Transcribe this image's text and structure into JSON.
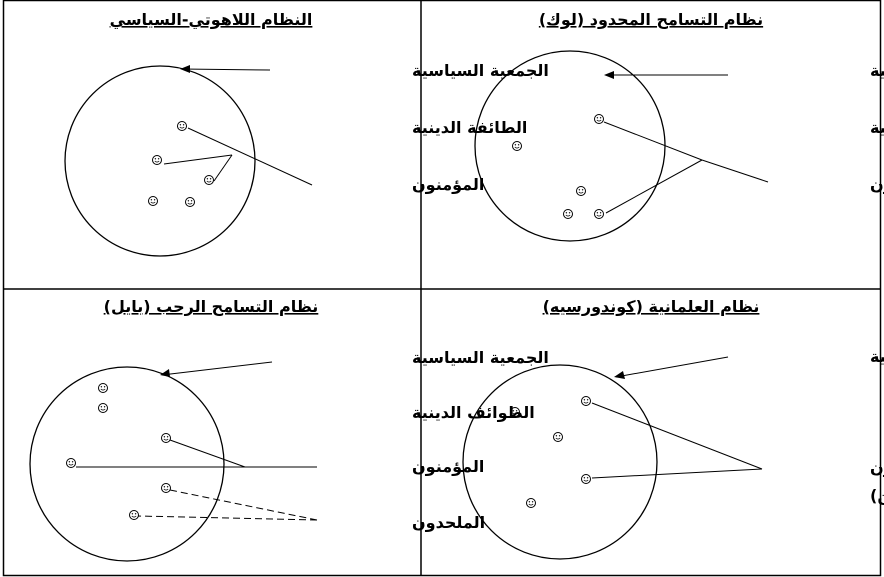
{
  "panels": {
    "top_right": {
      "title": "نظام التسامح المحدود (لوك)",
      "labels": {
        "body_politic": "الجمعية السياسية",
        "religious": "الطوائف الدينية",
        "believers": "المؤمنون"
      }
    },
    "top_left": {
      "title": "النظام اللاهوتي-السياسي",
      "labels": {
        "body_politic": "الجمعية السياسية",
        "religious": "الطائفة الدينية",
        "believers": "المؤمنون"
      }
    },
    "bottom_right": {
      "title": "نظام العلمانية (كوندورسيه)",
      "labels": {
        "body_politic": "الجمعية السياسية",
        "citizens": "الموطنون",
        "citizens_note": "(مؤمنون وغير مؤمنين)"
      }
    },
    "bottom_left": {
      "title": "نظام التسامح الرحب (بايل)",
      "labels": {
        "body_politic": "الجمعية السياسية",
        "religious": "الطوائف الدينية",
        "believers": "المؤمنون",
        "atheists": "الملحدون"
      }
    }
  },
  "icons": {
    "person": "smiley-face-icon"
  },
  "colors": {
    "line": "#000000",
    "background": "#ffffff"
  }
}
